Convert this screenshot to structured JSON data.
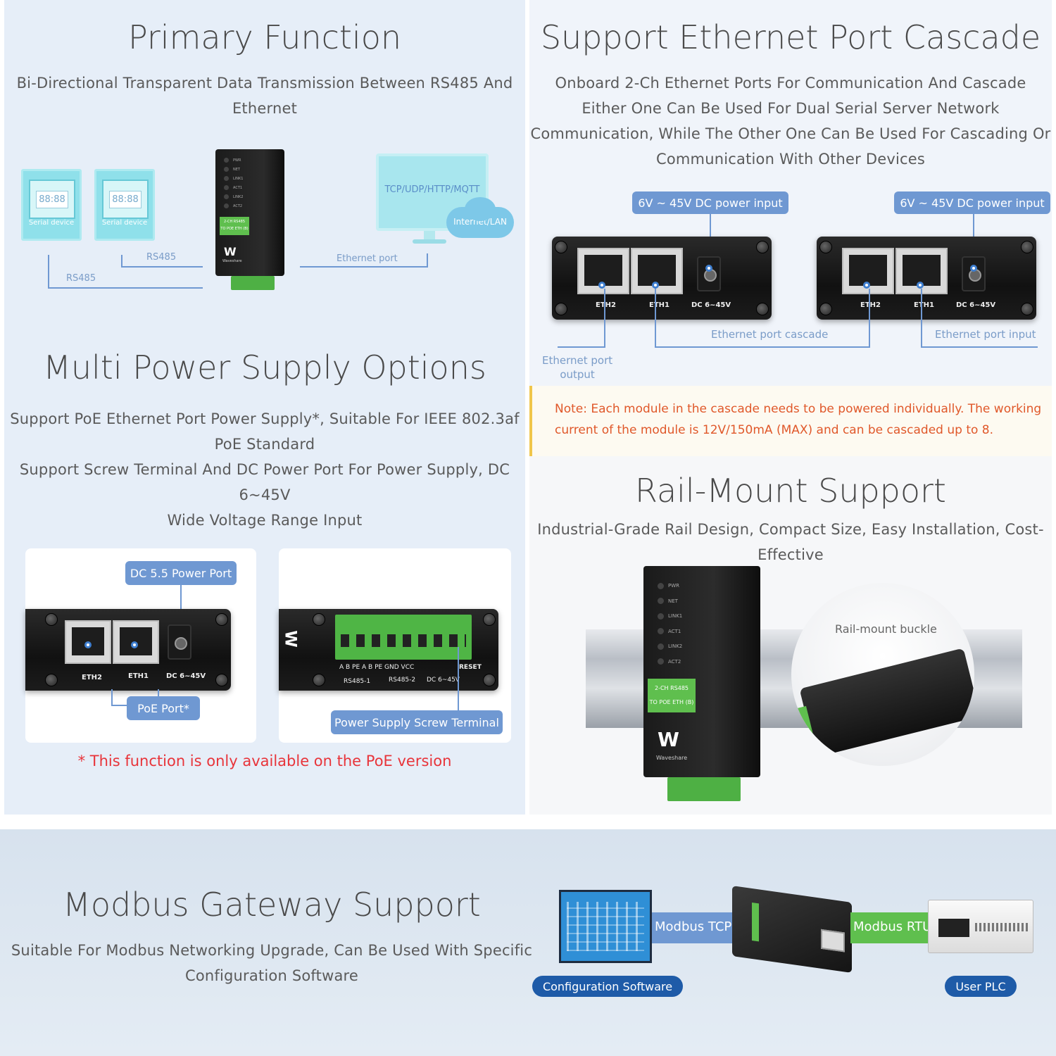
{
  "primary_function": {
    "title": "Primary Function",
    "desc_line1": "Bi-Directional Transparent Data Transmission Between RS485 And",
    "desc_line2": "Ethernet",
    "serial_device_1": "Serial device",
    "serial_device_2": "Serial device",
    "display_1": "88:88",
    "display_2": "88:88",
    "rs485_top": "RS485",
    "rs485_bottom": "RS485",
    "protocols": "TCP/UDP/HTTP/MQTT",
    "internet": "Internet/LAN",
    "ethernet_port": "Ethernet port",
    "device_label_1": "2-CH RS485",
    "device_label_2": "TO POE ETH (B)",
    "brand": "Waveshare",
    "leds": [
      "PWR",
      "NET",
      "LINK1",
      "ACT1",
      "LINK2",
      "ACT2"
    ]
  },
  "cascade": {
    "title": "Support Ethernet Port Cascade",
    "desc_line1": "Onboard 2-Ch Ethernet Ports For Communication And Cascade",
    "desc_line2": "Either One Can Be Used For Dual Serial Server Network",
    "desc_line3": "Communication, While The Other One Can Be Used For Cascading Or",
    "desc_line4": "Communication With Other Devices",
    "power_left": "6V ~ 45V DC power input",
    "power_right": "6V ~ 45V DC power input",
    "eth2": "ETH2",
    "eth1": "ETH1",
    "dc": "DC 6~45V",
    "port_cascade": "Ethernet port cascade",
    "port_input": "Ethernet port input",
    "port_output_1": "Ethernet port",
    "port_output_2": "output",
    "note_line1": "Note: Each module in the cascade needs to be powered individually. The working",
    "note_line2": "current of the module is 12V/150mA (MAX) and can be cascaded up to 8."
  },
  "power": {
    "title": "Multi Power Supply Options",
    "desc_line1": "Support PoE Ethernet Port Power Supply*, Suitable For IEEE 802.3af",
    "desc_line2": "PoE Standard",
    "desc_line3": "Support Screw Terminal And DC Power Port For Power Supply, DC",
    "desc_line4": "6~45V",
    "desc_line5": "Wide Voltage Range Input",
    "dc_port": "DC 5.5 Power Port",
    "poe_port": "PoE Port*",
    "screw_terminal": "Power Supply Screw Terminal",
    "eth2": "ETH2",
    "eth1": "ETH1",
    "dc": "DC 6~45V",
    "terminal_pins": "A  B  PE  A  B  PE  GND VCC",
    "rs485_1": "RS485-1",
    "rs485_2": "RS485-2",
    "dc_term": "DC 6~45V",
    "reset": "RESET",
    "footnote": "* This function is only available on the PoE version"
  },
  "rail": {
    "title": "Rail-Mount Support",
    "desc_line1": "Industrial-Grade Rail Design, Compact Size, Easy Installation, Cost-",
    "desc_line2": "Effective",
    "buckle": "Rail-mount buckle",
    "device_label_1": "2-CH RS485",
    "device_label_2": "TO POE ETH (B)",
    "brand": "Waveshare",
    "leds": [
      "PWR",
      "NET",
      "LINK1",
      "ACT1",
      "LINK2",
      "ACT2"
    ]
  },
  "modbus": {
    "title": "Modbus Gateway Support",
    "desc_line1": "Suitable For Modbus Networking Upgrade, Can Be Used With Specific",
    "desc_line2": "Configuration Software",
    "tcp": "Modbus TCP",
    "rtu": "Modbus RTU",
    "config_software": "Configuration Software",
    "user_plc": "User PLC"
  },
  "colors": {
    "accent": "#6f98d2",
    "accent_dark": "#1e5ba8",
    "note_text": "#e0582a",
    "footnote": "#e8343a",
    "green": "#5fbf4e",
    "cyan": "#7fd6e0"
  }
}
